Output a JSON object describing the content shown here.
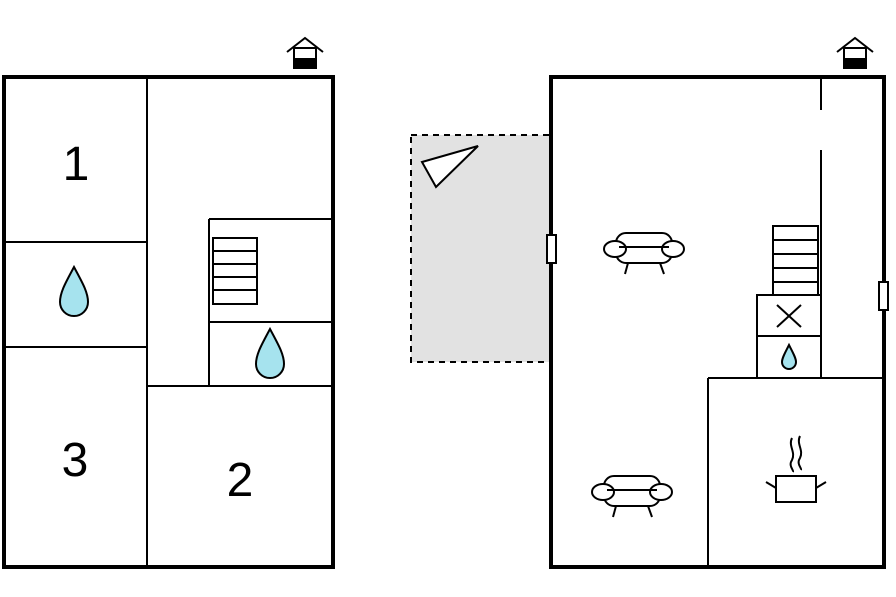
{
  "floor_left": {
    "rooms": [
      {
        "label": "1",
        "type": "bedroom"
      },
      {
        "label": "3",
        "type": "bedroom"
      },
      {
        "label": "2",
        "type": "bedroom"
      }
    ],
    "icons": [
      "house-icon",
      "water-drop-icon",
      "water-drop-icon",
      "stairs-icon"
    ]
  },
  "floor_right": {
    "icons": [
      "house-icon",
      "sofa-icon",
      "sofa-icon",
      "stairs-icon",
      "cross-icon",
      "water-drop-icon",
      "cooking-pot-icon",
      "terrace-triangle-icon"
    ]
  },
  "colors": {
    "wall": "#000000",
    "water": "#a6e3ee",
    "terrace": "#e2e2e2"
  }
}
